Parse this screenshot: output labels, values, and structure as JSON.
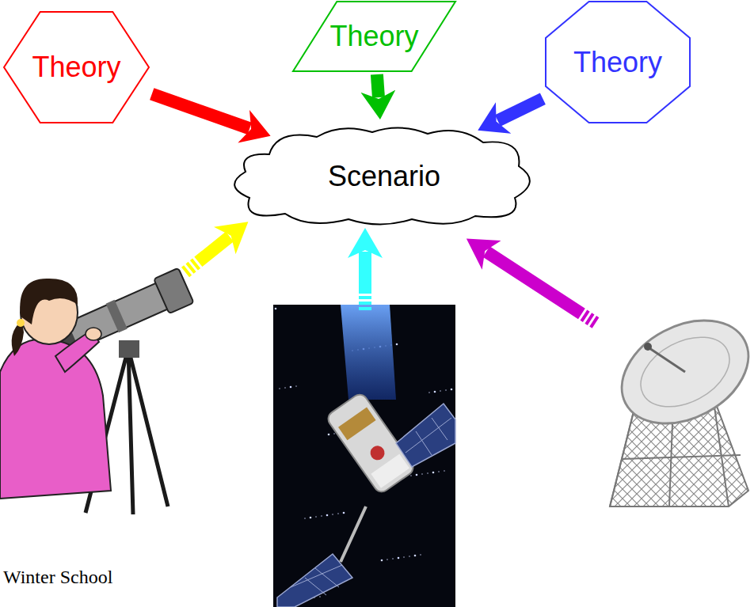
{
  "diagram": {
    "nodes": [
      {
        "text": [
          "Theory"
        ]
      },
      {
        "text": [
          "Theory"
        ]
      },
      {
        "text": [
          "Theory"
        ]
      },
      {
        "text": [
          "Scenario"
        ]
      }
    ],
    "edges": [
      {
        "from": 0,
        "to": 3,
        "arrow": "to"
      },
      {
        "from": 1,
        "to": 3,
        "arrow": "to"
      },
      {
        "from": 2,
        "to": 3,
        "arrow": "to"
      }
    ],
    "labels": [
      "Winter School"
    ]
  }
}
